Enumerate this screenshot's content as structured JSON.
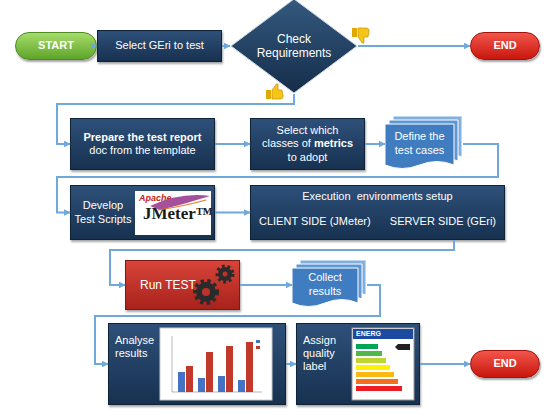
{
  "diagram": {
    "nodes": [
      {
        "text": [
          "START"
        ]
      },
      {
        "text": [
          "Select GEri to test"
        ]
      },
      {
        "text": [
          "Check Requirements"
        ]
      },
      {
        "text": [
          "END"
        ]
      },
      {
        "text": [
          "Prepare the test report",
          "doc from the template"
        ]
      },
      {
        "text": [
          "Select which classes of",
          "metrics",
          "to adopt"
        ]
      },
      {
        "text": [
          "Define the test cases"
        ]
      },
      {
        "text": [
          "Develop Test Scripts",
          "Apache",
          "JMeter™"
        ]
      },
      {
        "text": [
          "Execution  environments setup",
          "CLIENT SIDE (JMeter)",
          "SERVER SIDE (GEri)"
        ]
      },
      {
        "text": [
          "Run TEST"
        ]
      },
      {
        "text": [
          "Collect results"
        ]
      },
      {
        "text": [
          "Analyse results"
        ]
      },
      {
        "text": [
          "Assign quality label"
        ]
      },
      {
        "text": [
          "END"
        ]
      }
    ],
    "edges": [
      {
        "from": 0,
        "to": 1,
        "arrow": "to"
      },
      {
        "from": 1,
        "to": 2,
        "arrow": "to"
      },
      {
        "from": 2,
        "to": 3,
        "arrow": "to"
      },
      {
        "from": 2,
        "to": 4,
        "arrow": "to"
      },
      {
        "from": 4,
        "to": 5,
        "arrow": "to"
      },
      {
        "from": 5,
        "to": 6,
        "arrow": "to"
      },
      {
        "from": 6,
        "to": 7,
        "arrow": "to"
      },
      {
        "from": 7,
        "to": 8,
        "arrow": "to"
      },
      {
        "from": 8,
        "to": 9,
        "arrow": "to"
      },
      {
        "from": 9,
        "to": 10,
        "arrow": "to"
      },
      {
        "from": 10,
        "to": 11,
        "arrow": "to"
      },
      {
        "from": 11,
        "to": 12,
        "arrow": "to"
      },
      {
        "from": 12,
        "to": 13,
        "arrow": "to"
      }
    ],
    "labels": [
      "ENERG"
    ]
  }
}
